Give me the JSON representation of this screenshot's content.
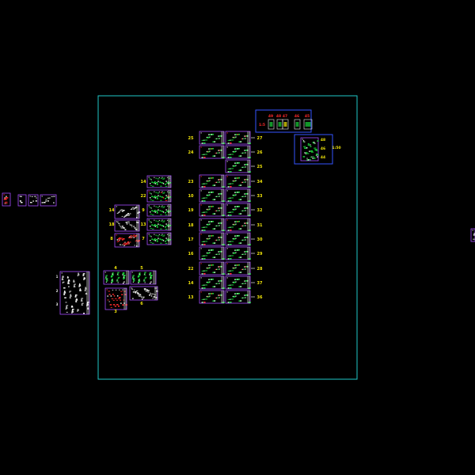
{
  "colors": {
    "background": "#000000",
    "frame": "#21c8c8",
    "sheet_border": "#a64dff",
    "sheet_alt_border": "#3355ff",
    "drawing_green": "#19d43a",
    "drawing_white": "#e8e8e8",
    "drawing_red": "#ff2a2a",
    "label_yellow": "#f2e60a",
    "label_red": "#ff2a2a"
  },
  "column_right_labels": [
    "27",
    "26",
    "25",
    "34",
    "33",
    "32",
    "31",
    "30",
    "29",
    "28",
    "37",
    "36"
  ],
  "column_left_labels": [
    "25",
    "24",
    "",
    "23",
    "10",
    "19",
    "18",
    "17",
    "16",
    "22",
    "14",
    "13"
  ],
  "small_column_labels": [
    "14",
    "22",
    "9",
    "13",
    "7"
  ],
  "left_cluster_labels": [
    "14",
    "18",
    "8"
  ],
  "bottom_group_labels": [
    "4",
    "5",
    "6",
    "3"
  ],
  "legend_labels": [
    "49",
    "48",
    "47",
    "46",
    "45"
  ],
  "legend_side_label": "1:5",
  "detail_labels": [
    "48",
    "46",
    "44"
  ],
  "detail_side_label": "1:50",
  "far_left_labels": [
    "1",
    "2",
    "3"
  ]
}
